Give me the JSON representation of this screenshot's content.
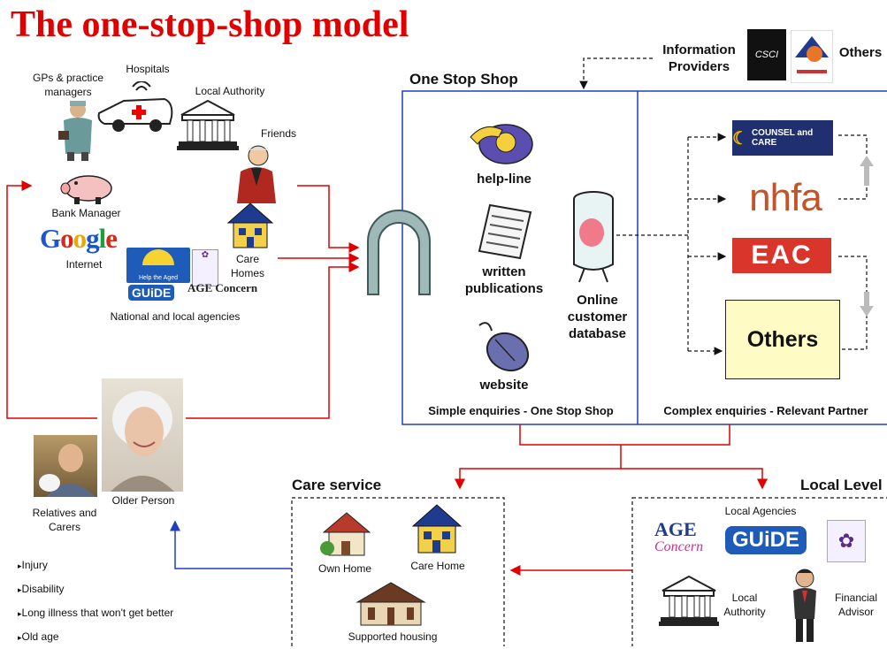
{
  "title": "The one-stop-shop model",
  "sources": {
    "gps": "GPs & practice managers",
    "hospitals": "Hospitals",
    "local_authority": "Local Authority",
    "friends": "Friends",
    "bank_manager": "Bank Manager",
    "google": "Google",
    "internet": "Internet",
    "care_homes": "Care Homes",
    "agencies": "National and local agencies",
    "help_the_aged": "Help the Aged",
    "guide": "GUiDE",
    "age_concern": "AGE Concern"
  },
  "people": {
    "relatives": "Relatives and Carers",
    "older_person": "Older Person"
  },
  "conditions": [
    "Injury",
    "Disability",
    "Long illness that won't get better",
    "Old age"
  ],
  "info_providers": {
    "label": "Information Providers",
    "others": "Others",
    "csci": "CSCI"
  },
  "one_stop_shop": {
    "title": "One Stop Shop",
    "helpline": "help-line",
    "publications": "written publications",
    "website": "website",
    "database": "Online customer database",
    "simple": "Simple enquiries - One Stop Shop",
    "complex": "Complex enquiries - Relevant Partner"
  },
  "partners": {
    "counsel": "COUNSEL and CARE",
    "nhfa": "nhfa",
    "eac": "EAC",
    "others": "Others"
  },
  "care_service": {
    "title": "Care service",
    "own_home": "Own Home",
    "care_home": "Care Home",
    "supported": "Supported housing"
  },
  "local_level": {
    "title": "Local Level",
    "agencies": "Local Agencies",
    "age": "AGE",
    "concern": "Concern",
    "guide": "GUiDE",
    "authority": "Local Authority",
    "advisor": "Financial Advisor"
  },
  "colors": {
    "title_red": "#e00000",
    "arrow_red": "#e00000",
    "box_blue": "#1f3fbf",
    "eac_red": "#d9352a"
  }
}
